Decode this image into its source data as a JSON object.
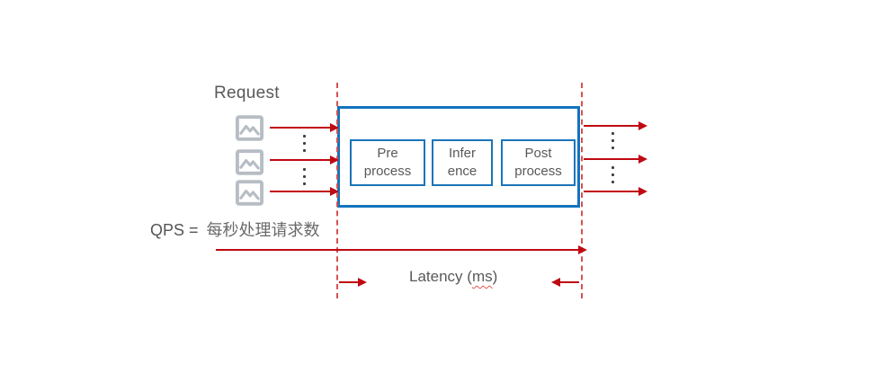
{
  "diagram": {
    "request_label": "Request",
    "request_icons_count": 3,
    "pipeline": {
      "stages": [
        {
          "label": "Pre\nprocess"
        },
        {
          "label": "Infer\nence"
        },
        {
          "label": "Post\nprocess"
        }
      ]
    },
    "qps": {
      "label_en": "QPS =",
      "label_zh": "每秒处理请求数"
    },
    "latency": {
      "prefix": "Latency (",
      "term": "ms",
      "suffix": ")"
    }
  },
  "colors": {
    "pipeline_border_blue": "#1374bc",
    "stage_border_blue": "#1b74b8",
    "arrow_red": "#bf0a12",
    "dashed_line_red": "#d65252",
    "text_gray": "#595959",
    "icon_gray": "#b7bdc4",
    "dots_gray": "#3f3f3f",
    "background": "#ffffff"
  }
}
